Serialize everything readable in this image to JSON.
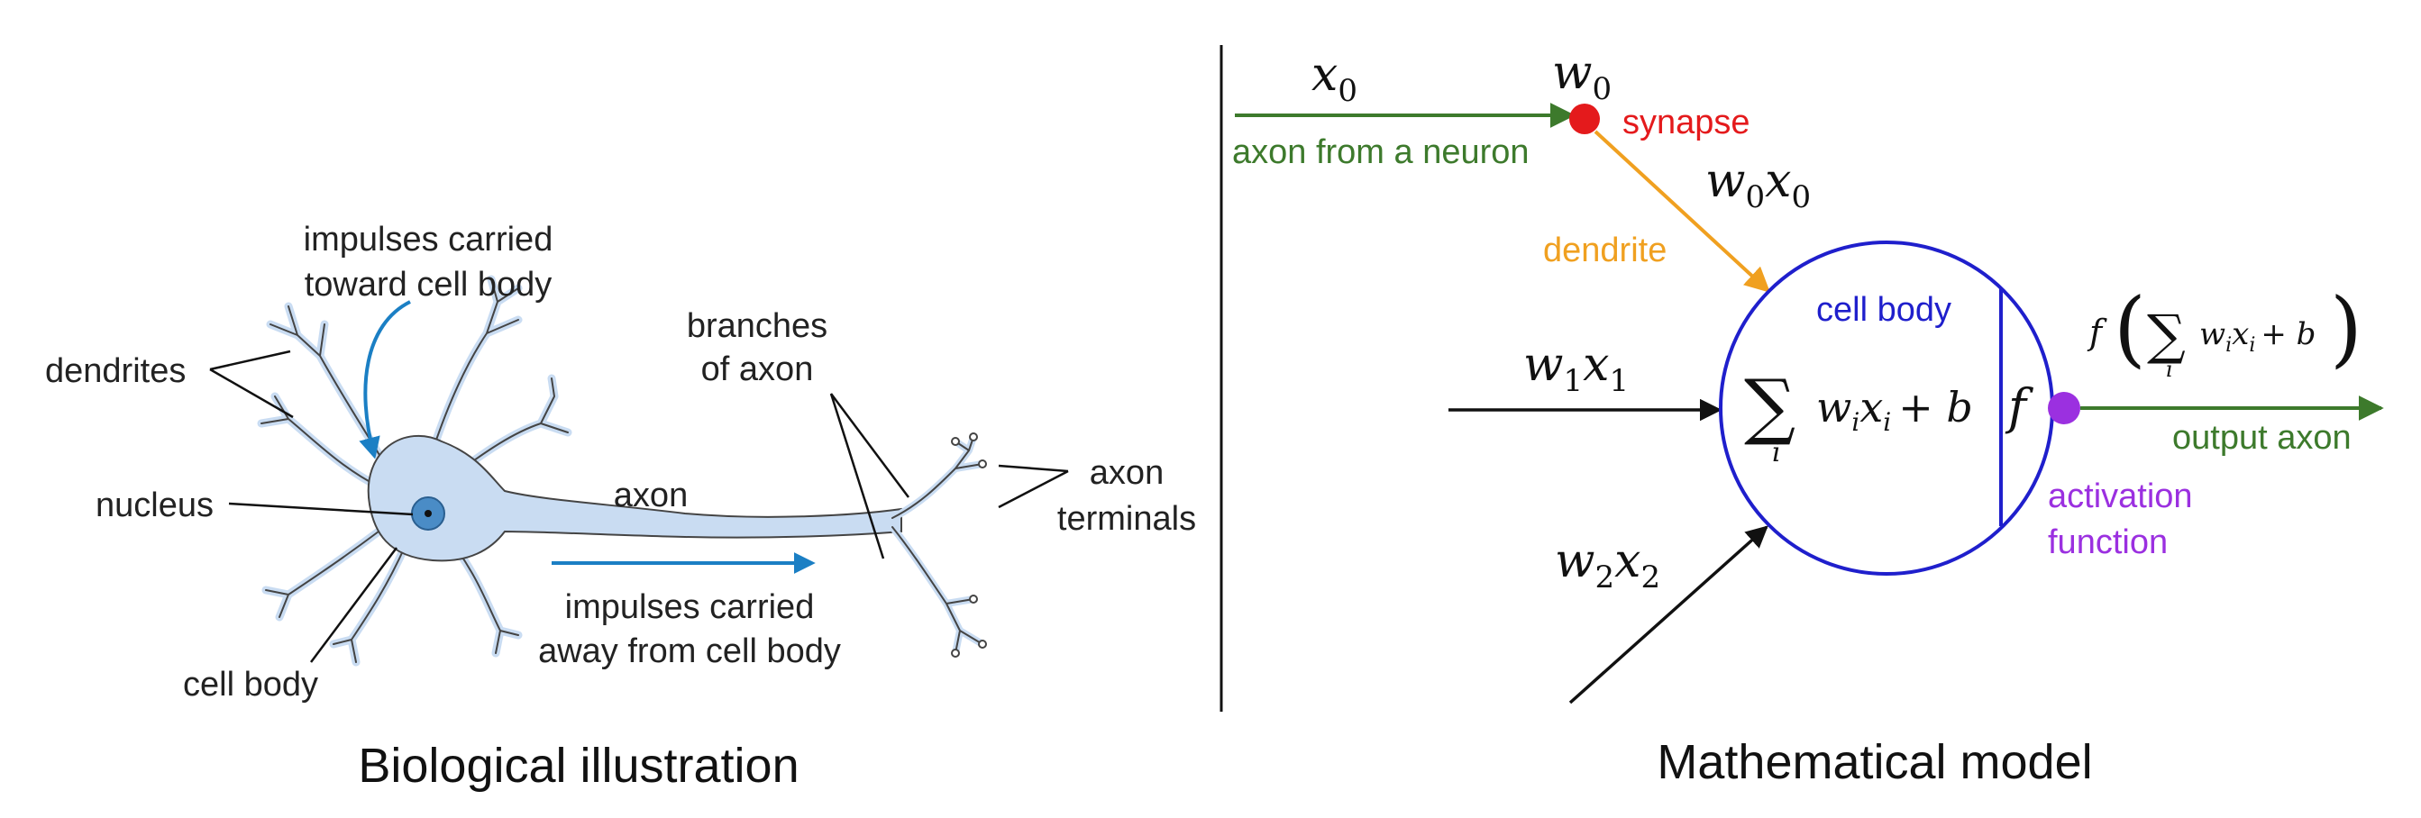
{
  "captions": {
    "left": "Biological illustration",
    "right": "Mathematical model"
  },
  "biological": {
    "impulses_toward_1": "impulses carried",
    "impulses_toward_2": "toward cell body",
    "dendrites": "dendrites",
    "branches_1": "branches",
    "branches_2": "of axon",
    "nucleus": "nucleus",
    "axon": "axon",
    "axon_terminals_1": "axon",
    "axon_terminals_2": "terminals",
    "impulses_away_1": "impulses carried",
    "impulses_away_2": "away from cell body",
    "cell_body": "cell body"
  },
  "model": {
    "x0_base": "x",
    "x0_sub": "0",
    "w0_base": "w",
    "w0_sub": "0",
    "synapse": "synapse",
    "axon_from_neuron": "axon from a neuron",
    "w0x0_w": "w",
    "w0x0_wsub": "0",
    "w0x0_x": "x",
    "w0x0_xsub": "0",
    "dendrite": "dendrite",
    "cell_body": "cell body",
    "w1x1_w": "w",
    "w1x1_wsub": "1",
    "w1x1_x": "x",
    "w1x1_xsub": "1",
    "w2x2_w": "w",
    "w2x2_wsub": "2",
    "w2x2_x": "x",
    "w2x2_xsub": "2",
    "sum_symbol": "∑",
    "sum_index": "i",
    "sum_w": "w",
    "sum_x": "x",
    "sub_i": "i",
    "plus_b": "+ b",
    "f_symbol": "f",
    "output_formula_f": "f",
    "output_paren_open": "(",
    "output_paren_close": ")",
    "output_axon": "output axon",
    "activation_1": "activation",
    "activation_2": "function"
  },
  "colors": {
    "green": "#3d7a2c",
    "red": "#e41a1c",
    "orange": "#f0a020",
    "blue": "#1f1fcc",
    "purple": "#9b30e0",
    "neuron_fill": "#c9dcf2",
    "nucleus_fill": "#4a8cc6",
    "impulse_arrow": "#1b7fc4"
  }
}
